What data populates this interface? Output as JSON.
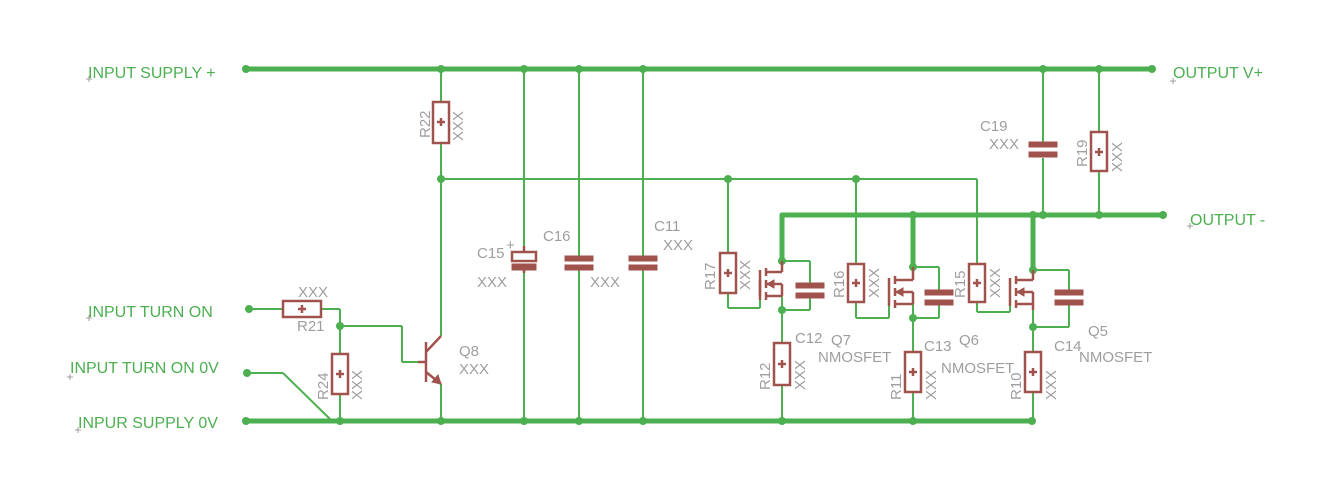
{
  "nets": {
    "input_supply_plus": "INPUT SUPPLY +",
    "input_turn_on": "INPUT TURN ON",
    "input_turn_on_0v": "INPUT TURN ON 0V",
    "input_supply_0v": "INPUR SUPPLY 0V",
    "output_v_plus": "OUTPUT V+",
    "output_minus": "OUTPUT -"
  },
  "components": {
    "R22": {
      "ref": "R22",
      "value": "XXX"
    },
    "R21": {
      "ref": "R21",
      "value": "XXX"
    },
    "R24": {
      "ref": "R24",
      "value": "XXX"
    },
    "Q8": {
      "ref": "Q8",
      "value": "XXX"
    },
    "C15": {
      "ref": "C15",
      "value": "XXX"
    },
    "C16": {
      "ref": "C16",
      "value": "XXX"
    },
    "C11": {
      "ref": "C11",
      "value": "XXX"
    },
    "R17": {
      "ref": "R17",
      "value": "XXX"
    },
    "C12": {
      "ref": "C12",
      "value": ""
    },
    "Q7": {
      "ref": "Q7",
      "value": "NMOSFET"
    },
    "R12": {
      "ref": "R12",
      "value": "XXX"
    },
    "R16": {
      "ref": "R16",
      "value": "XXX"
    },
    "C13": {
      "ref": "C13",
      "value": ""
    },
    "Q6": {
      "ref": "Q6",
      "value": "NMOSFET"
    },
    "R11": {
      "ref": "R11",
      "value": "XXX"
    },
    "R15": {
      "ref": "R15",
      "value": "XXX"
    },
    "C14": {
      "ref": "C14",
      "value": ""
    },
    "Q5": {
      "ref": "Q5",
      "value": "NMOSFET"
    },
    "R10": {
      "ref": "R10",
      "value": "XXX"
    },
    "C19": {
      "ref": "C19",
      "value": "XXX"
    },
    "R19": {
      "ref": "R19",
      "value": "XXX"
    }
  },
  "colors": {
    "net": "#4caf50",
    "part": "#a0524d",
    "label": "#9e9e9e",
    "background": "#ffffff"
  }
}
